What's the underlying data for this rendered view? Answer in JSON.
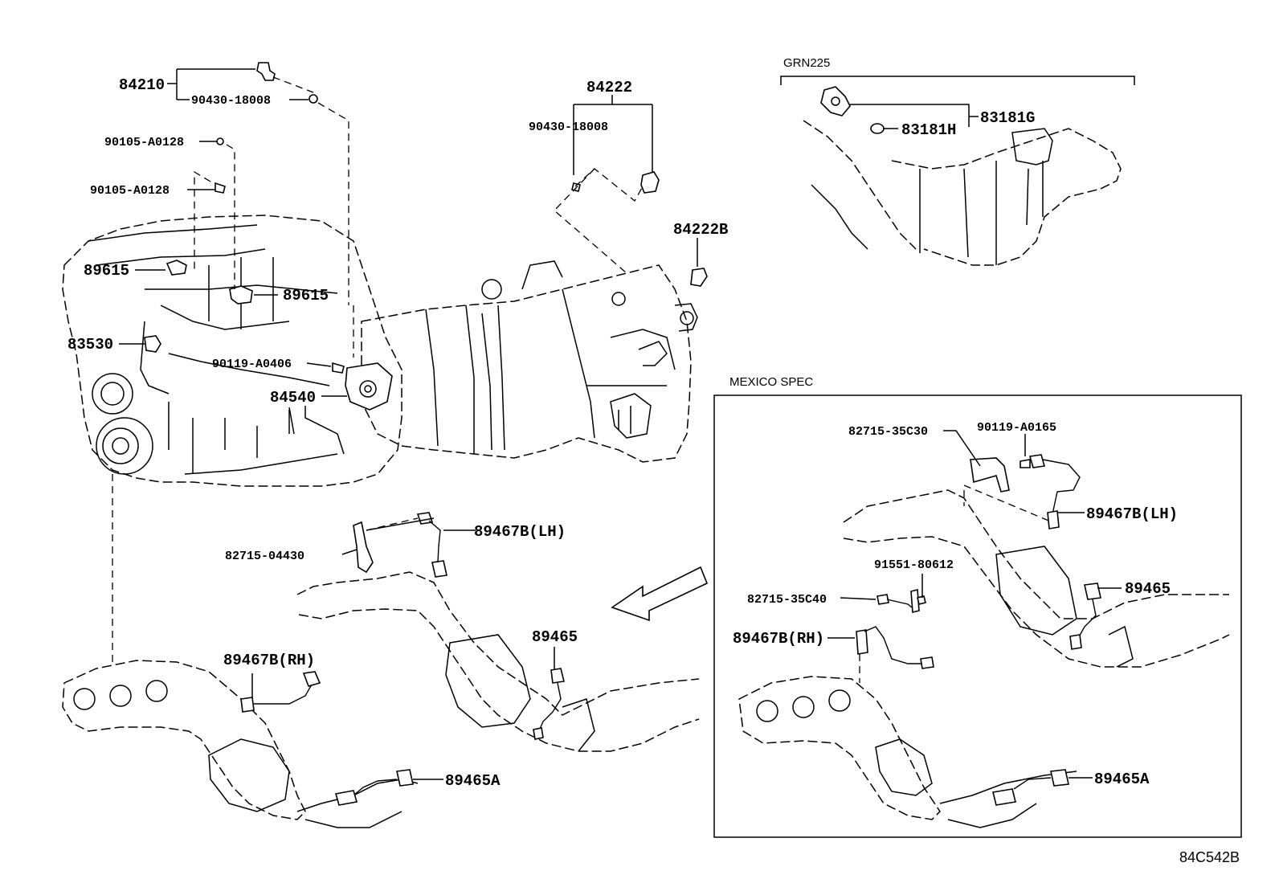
{
  "diagram_code": "84C542B",
  "sections": {
    "grn225": {
      "title": "GRN225"
    },
    "mexico_spec": {
      "title": "MEXICO SPEC"
    }
  },
  "labels": {
    "p84210": "84210",
    "p90430_a": "90430-18008",
    "p90105_a": "90105-A0128",
    "p90105_b": "90105-A0128",
    "p89615_a": "89615",
    "p89615_b": "89615",
    "p83530": "83530",
    "p90119_a0406": "90119-A0406",
    "p84540": "84540",
    "p84222": "84222",
    "p90430_b": "90430-18008",
    "p84222b": "84222B",
    "p83181h": "83181H",
    "p83181g": "83181G",
    "p89467b_lh_main": "89467B(LH)",
    "p82715_04430": "82715-04430",
    "p89465_main": "89465",
    "p89467b_rh_main": "89467B(RH)",
    "p89465a_main": "89465A",
    "p82715_35c30": "82715-35C30",
    "p90119_a0165": "90119-A0165",
    "p89467b_lh_mx": "89467B(LH)",
    "p91551_80612": "91551-80612",
    "p89465_mx": "89465",
    "p82715_35c40": "82715-35C40",
    "p89467b_rh_mx": "89467B(RH)",
    "p89465a_mx": "89465A"
  },
  "icons": [
    "arrow-icon"
  ]
}
